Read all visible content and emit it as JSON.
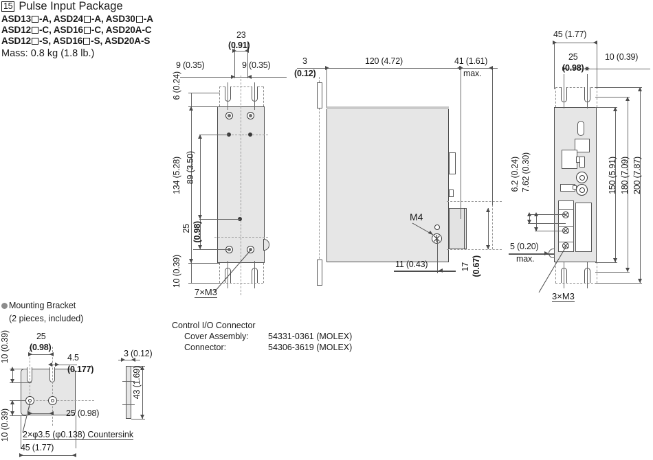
{
  "header": {
    "number": "15",
    "title": "Pulse Input Package",
    "models_1": "ASD13□-A, ASD24□-A, ASD30□-A",
    "models_2": "ASD12□-C, ASD16□-C, ASD20A-C",
    "models_3": "ASD12□-S, ASD16□-S, ASD20A-S",
    "mass": "Mass: 0.8 kg (1.8 lb.)",
    "model_rows": [
      {
        "parts": [
          "ASD13",
          "-A, ",
          "ASD24",
          "-A, ",
          "ASD30",
          "-A"
        ]
      },
      {
        "parts": [
          "ASD12",
          "-C, ",
          "ASD16",
          "-C, ",
          "ASD20A-C"
        ]
      },
      {
        "parts": [
          "ASD12",
          "-S, ",
          "ASD16",
          "-S, ",
          "ASD20A-S"
        ]
      }
    ]
  },
  "front_view": {
    "dim_top_center": "23",
    "dim_top_center_in": "(0.91)",
    "dim_top_left": "9 (0.35)",
    "dim_top_right": "9 (0.35)",
    "dim_left_6": "6 (0.24)",
    "dim_left_134": "134 (5.28)",
    "dim_left_89": "89 (3.50)",
    "dim_left_25": "25",
    "dim_left_25_in": "(0.98)",
    "dim_left_10": "10 (0.39)",
    "note_7xm3": "7×M3"
  },
  "side_view": {
    "dim_3": "3",
    "dim_3_in": "(0.12)",
    "dim_120": "120 (4.72)",
    "dim_41": "41 (1.61)",
    "dim_41_max": "max.",
    "note_m4": "M4",
    "dim_11": "11 (0.43)",
    "dim_17": "17",
    "dim_17_in": "(0.67)"
  },
  "right_view": {
    "dim_45": "45 (1.77)",
    "dim_25": "25",
    "dim_25_in": "(0.98)",
    "dim_10": "10 (0.39)",
    "dim_62": "6.2 (0.24)",
    "dim_762": "7.62 (0.30)",
    "dim_150": "150 (5.91)",
    "dim_180": "180 (7.09)",
    "dim_200": "200 (7.87)",
    "dim_5": "5 (0.20)",
    "dim_5_max": "max.",
    "note_3xm3": "3×M3"
  },
  "bracket": {
    "title": "Mounting Bracket",
    "subtitle": "(2 pieces, included)",
    "dim_top_10": "10 (0.39)",
    "dim_25_top": "25",
    "dim_25_top_in": "(0.98)",
    "dim_45_slot": "4.5",
    "dim_45_slot_in": "(0.177)",
    "dim_bottom_10": "10 (0.39)",
    "dim_25_bottom": "25 (0.98)",
    "dim_45_width": "45 (1.77)",
    "note_countersink": "2×φ3.5 (φ0.138) Countersink",
    "dim_thickness": "3 (0.12)",
    "dim_height_43": "43 (1.69)"
  },
  "connector_info": {
    "title": "Control I/O Connector",
    "rows": [
      {
        "label": "Cover Assembly:",
        "value": "54331-0361 (MOLEX)"
      },
      {
        "label": "Connector:",
        "value": "54306-3619 (MOLEX)"
      }
    ]
  }
}
